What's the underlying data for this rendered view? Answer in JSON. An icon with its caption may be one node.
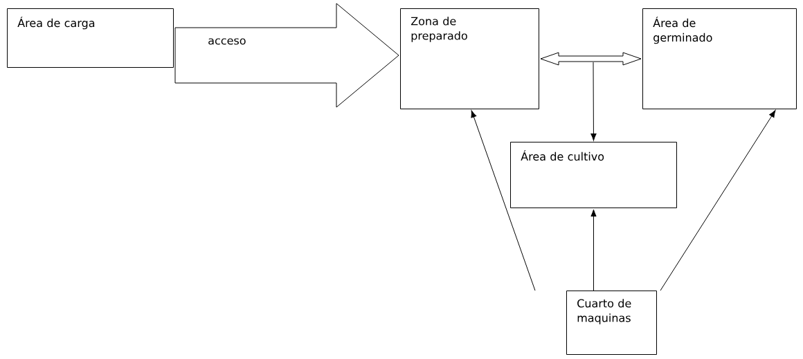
{
  "diagram": {
    "nodes": [
      {
        "text": [
          "Área de carga"
        ]
      },
      {
        "text": [
          "Zona de preparado"
        ]
      },
      {
        "text": [
          "Área de germinado"
        ]
      },
      {
        "text": [
          "Área de cultivo"
        ]
      },
      {
        "text": [
          "Cuarto de maquinas"
        ]
      }
    ],
    "edges": [
      {
        "from": 0,
        "to": 1,
        "arrow": "to",
        "label": "acceso"
      },
      {
        "from": 1,
        "to": 2,
        "arrow": "both"
      },
      {
        "from": null,
        "to": 3,
        "arrow": "to"
      },
      {
        "from": 4,
        "to": 3,
        "arrow": "to"
      },
      {
        "from": 4,
        "to": 1,
        "arrow": "to"
      },
      {
        "from": 4,
        "to": 2,
        "arrow": "to"
      }
    ]
  }
}
